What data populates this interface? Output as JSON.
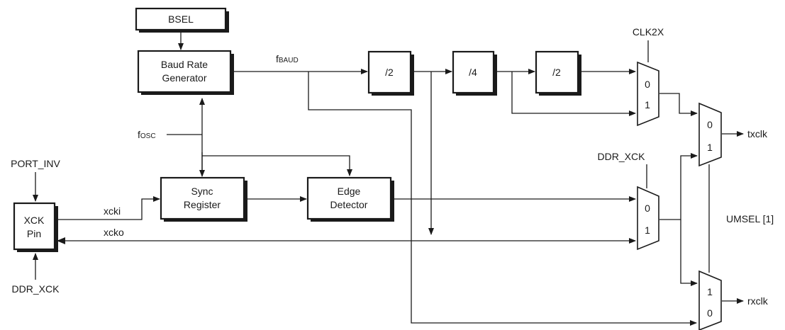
{
  "blocks": {
    "bsel": "BSEL",
    "baud_line1": "Baud Rate",
    "baud_line2": "Generator",
    "div2a": "/2",
    "div4": "/4",
    "div2b": "/2",
    "sync_line1": "Sync",
    "sync_line2": "Register",
    "edge_line1": "Edge",
    "edge_line2": "Detector",
    "xck_line1": "XCK",
    "xck_line2": "Pin"
  },
  "signals": {
    "fbaud_main": "f",
    "fbaud_sub": "BAUD",
    "fosc_main": "f",
    "fosc_sub": "OSC",
    "clk2x": "CLK2X",
    "ddr_xck_top": "DDR_XCK",
    "port_inv": "PORT_INV",
    "ddr_xck_bottom": "DDR_XCK",
    "xcki": "xcki",
    "xcko": "xcko",
    "txclk": "txclk",
    "rxclk": "rxclk",
    "umsel": "UMSEL [1]"
  },
  "muxes": {
    "clk2x_in0": "0",
    "clk2x_in1": "1",
    "tx_in0": "0",
    "tx_in1": "1",
    "ddr_in0": "0",
    "ddr_in1": "1",
    "rx_in1": "1",
    "rx_in0": "0"
  }
}
